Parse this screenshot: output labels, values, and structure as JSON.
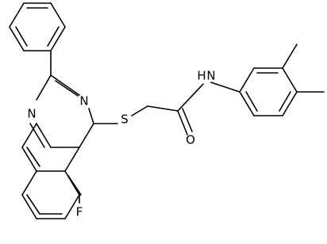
{
  "molecule": {
    "atom_labels": {
      "n1": "N",
      "n2": "N",
      "s": "S",
      "o": "O",
      "nh": "H",
      "nh_n": "N",
      "f": "F"
    }
  }
}
